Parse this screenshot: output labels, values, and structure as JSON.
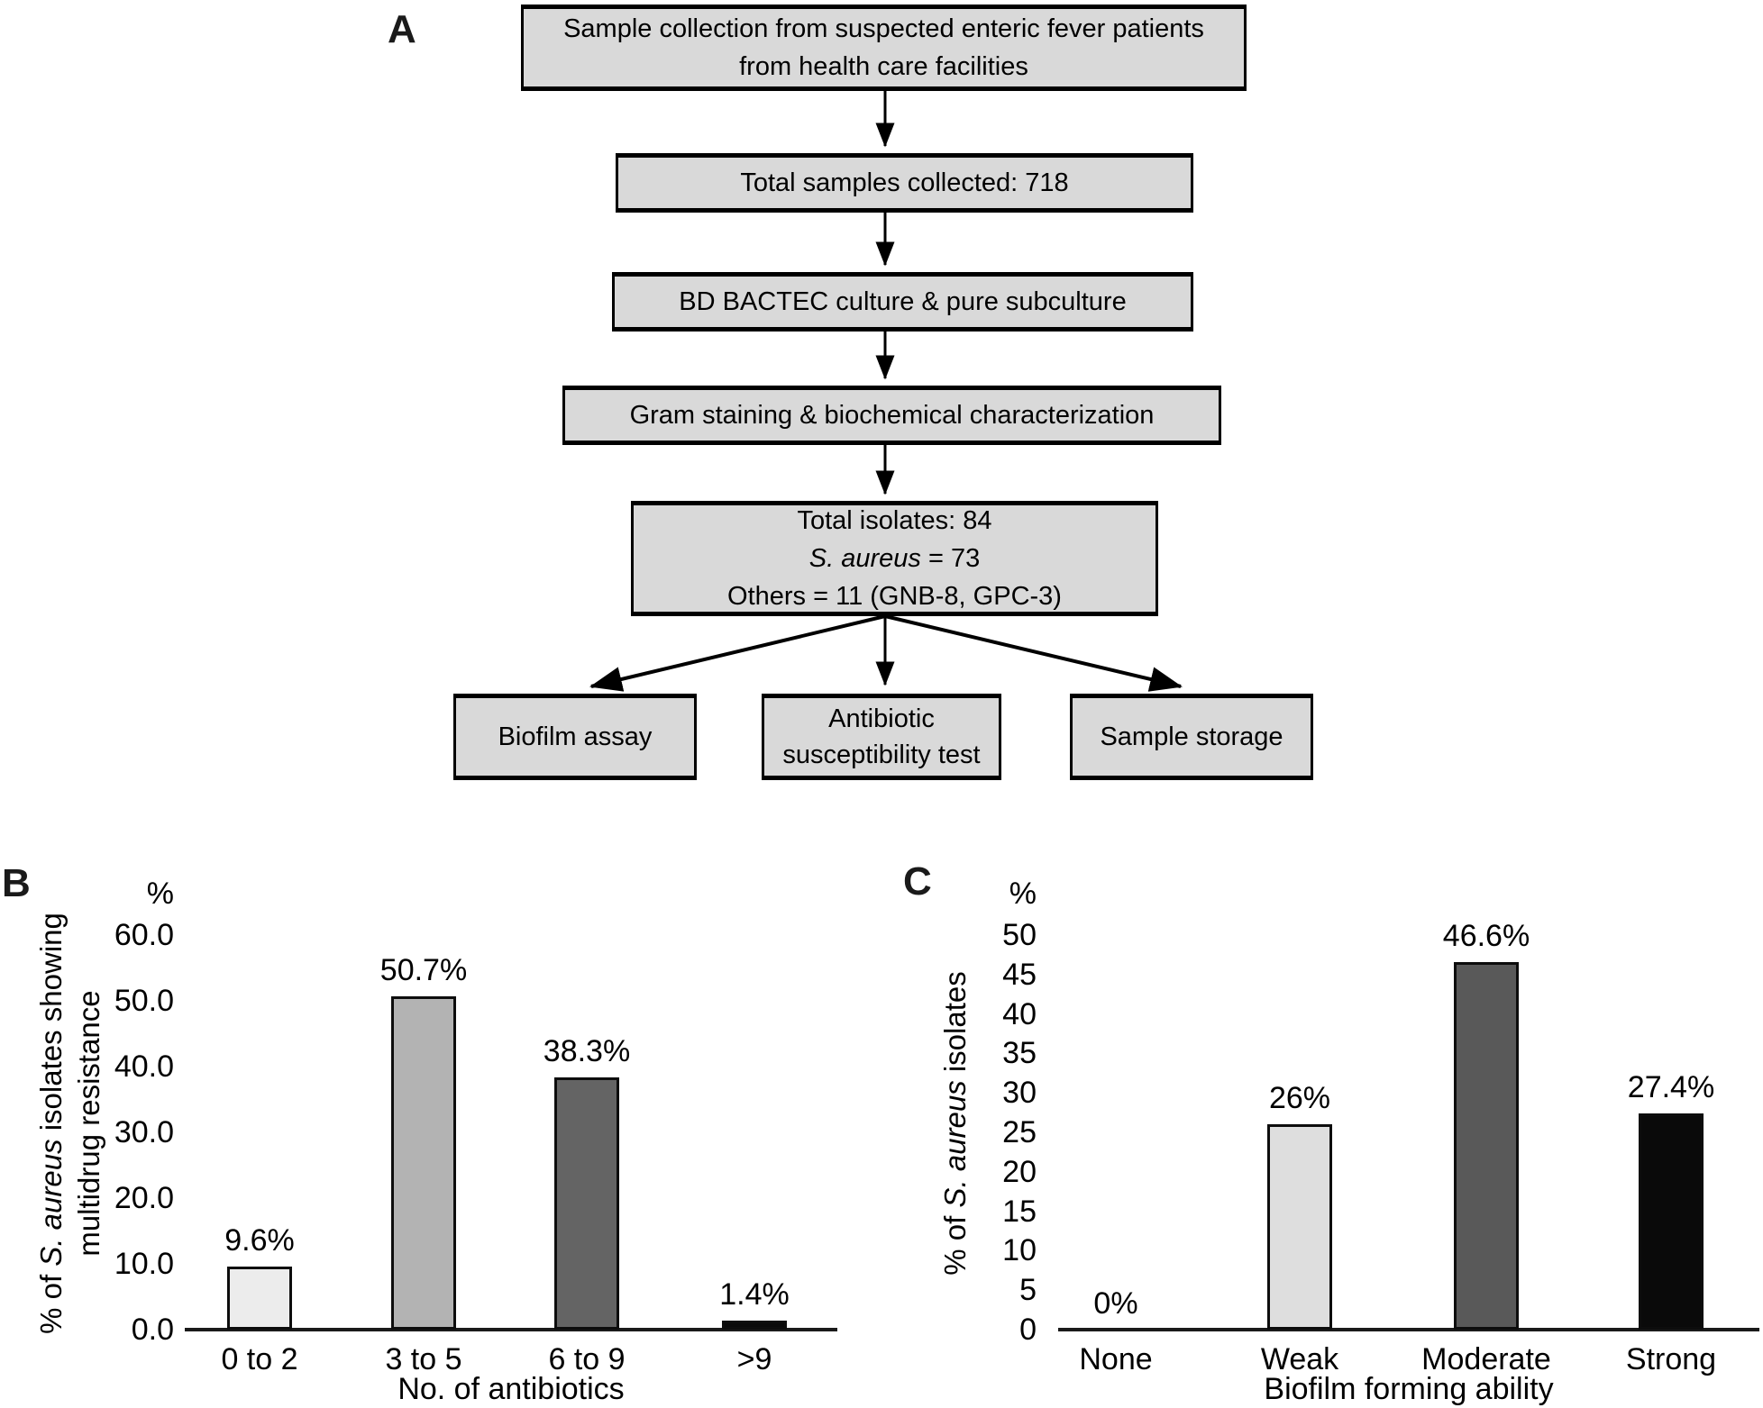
{
  "figure": {
    "panel_a_label": "A",
    "panel_b_label": "B",
    "panel_c_label": "C"
  },
  "flowchart": {
    "box1_line1": "Sample collection from suspected enteric fever patients",
    "box1_line2": "from health care facilities",
    "box2": "Total samples collected: 718",
    "box3": "BD BACTEC culture & pure subculture",
    "box4": "Gram staining & biochemical characterization",
    "box5_line1": "Total isolates: 84",
    "box5_line2": "S. aureus = 73",
    "box5_line3": "Others = 11 (GNB-8, GPC-3)",
    "box6": "Biofilm assay",
    "box7_line1": "Antibiotic",
    "box7_line2": "susceptibility test",
    "box8": "Sample storage"
  },
  "chart_data": [
    {
      "id": "B",
      "type": "bar",
      "categories": [
        "0 to 2",
        "3 to 5",
        "6 to 9",
        ">9"
      ],
      "values": [
        9.6,
        50.7,
        38.3,
        1.4
      ],
      "value_labels": [
        "9.6%",
        "50.7%",
        "38.3%",
        "1.4%"
      ],
      "unit_label": "%",
      "yticks": [
        "60.0",
        "50.0",
        "40.0",
        "30.0",
        "20.0",
        "10.0",
        "0.0"
      ],
      "ylim": [
        0,
        60
      ],
      "xlabel": "No. of antibiotics",
      "ylabel_line1": "% of S. aureus isolates showing",
      "ylabel_line2": "multidrug resistance",
      "bar_colors": [
        "#ececec",
        "#b3b3b3",
        "#646464",
        "#0a0a0a"
      ],
      "grid": false,
      "legend": null
    },
    {
      "id": "C",
      "type": "bar",
      "categories": [
        "None",
        "Weak",
        "Moderate",
        "Strong"
      ],
      "values": [
        0,
        26,
        46.6,
        27.4
      ],
      "value_labels": [
        "0%",
        "26%",
        "46.6%",
        "27.4%"
      ],
      "unit_label": "%",
      "yticks": [
        "50",
        "45",
        "40",
        "35",
        "30",
        "25",
        "20",
        "15",
        "10",
        "5",
        "0"
      ],
      "ylim": [
        0,
        50
      ],
      "xlabel": "Biofilm forming ability",
      "ylabel_line1": "% of S. aureus isolates",
      "ylabel_line2": "",
      "bar_colors": [
        "#ffffff",
        "#dedede",
        "#595959",
        "#0a0a0a"
      ],
      "grid": false,
      "legend": null
    }
  ]
}
